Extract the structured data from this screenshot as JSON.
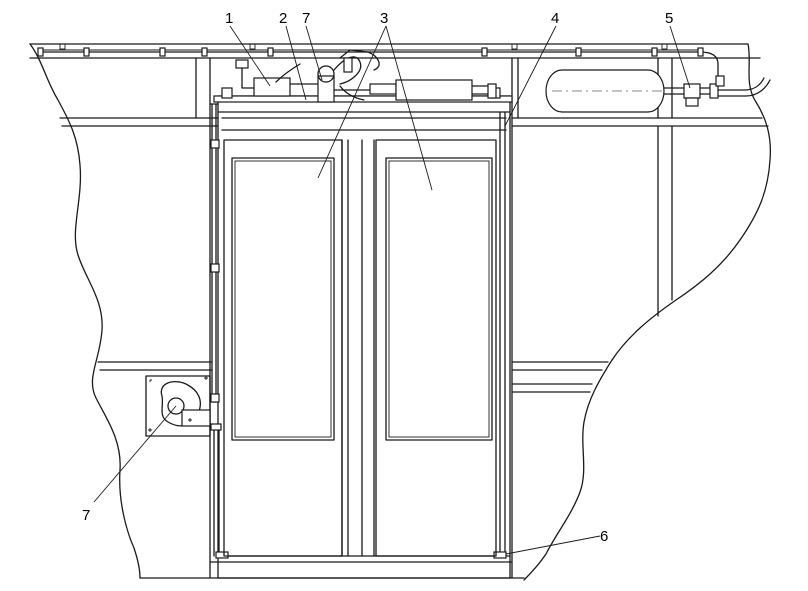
{
  "figure": {
    "colors": {
      "line": "#1a1a1a",
      "background": "#ffffff",
      "hidden_line": "#888888"
    },
    "callouts": [
      {
        "id": "c1",
        "text": "1"
      },
      {
        "id": "c2",
        "text": "2"
      },
      {
        "id": "c7a",
        "text": "7"
      },
      {
        "id": "c3",
        "text": "3"
      },
      {
        "id": "c4",
        "text": "4"
      },
      {
        "id": "c5",
        "text": "5"
      },
      {
        "id": "c6",
        "text": "6"
      },
      {
        "id": "c7b",
        "text": "7"
      }
    ]
  }
}
